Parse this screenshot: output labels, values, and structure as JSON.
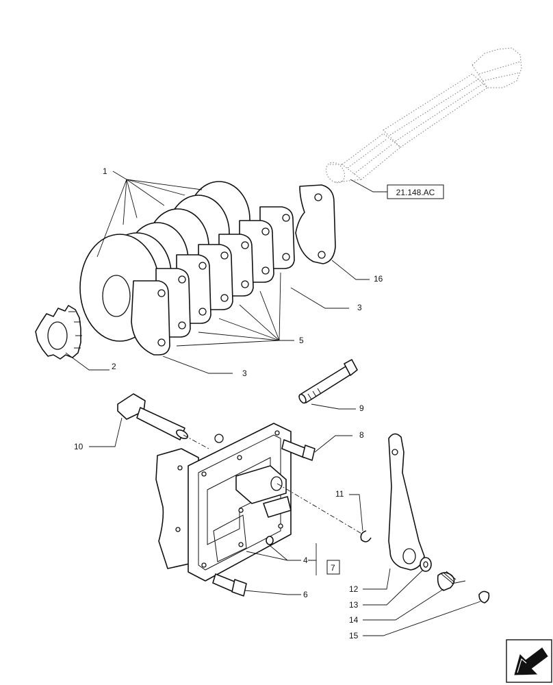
{
  "labels": {
    "1": "1",
    "2": "2",
    "3a": "3",
    "3b": "3",
    "4": "4",
    "5": "5",
    "6": "6",
    "7": "7",
    "8": "8",
    "9": "9",
    "10": "10",
    "11": "11",
    "12": "12",
    "13": "13",
    "14": "14",
    "15": "15",
    "16": "16"
  },
  "reference": "21.148.AC",
  "nav_icon": "arrow-back-icon"
}
